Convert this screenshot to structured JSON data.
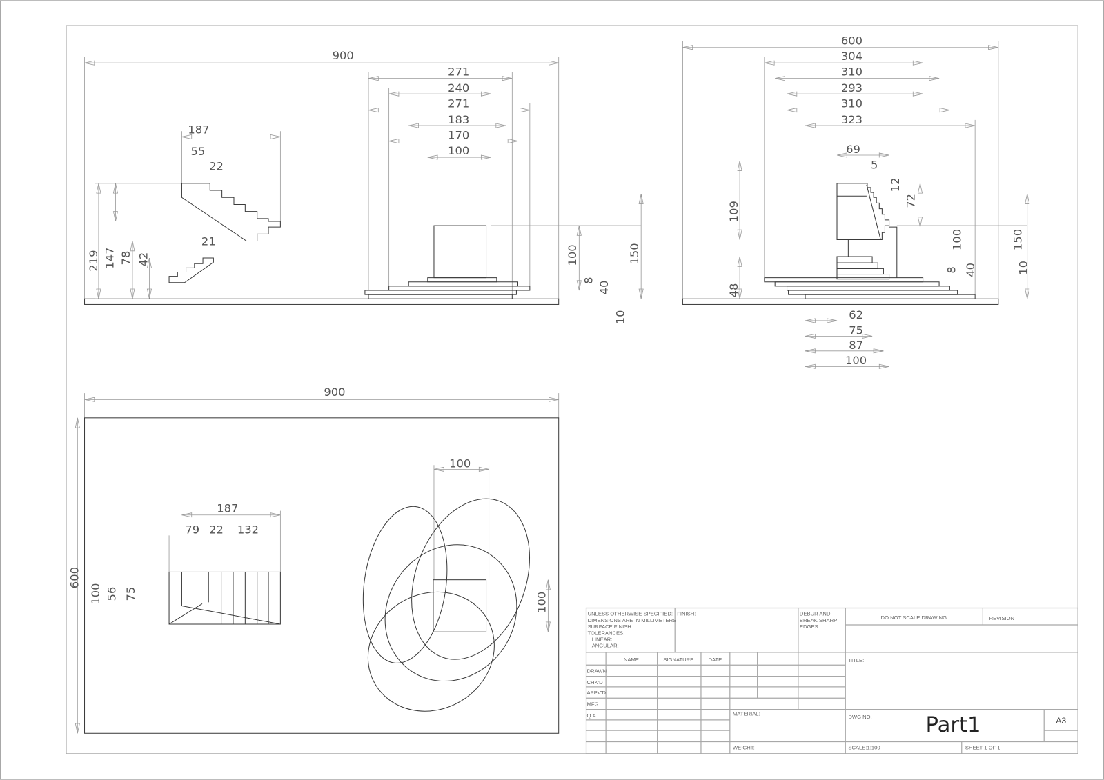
{
  "front_view": {
    "overall_width": "900",
    "top_dims": [
      "271",
      "240",
      "271",
      "183",
      "170",
      "100"
    ],
    "right_dims": [
      "100",
      "8",
      "40",
      "150",
      "10"
    ],
    "left_dims": [
      "219",
      "147",
      "78",
      "42"
    ],
    "stair_dims": [
      "187",
      "55",
      "22",
      "21"
    ]
  },
  "side_view": {
    "top_dims": [
      "600",
      "304",
      "310",
      "293",
      "310",
      "323"
    ],
    "detail_dims": [
      "69",
      "5",
      "12",
      "72"
    ],
    "left_dims": [
      "109",
      "48"
    ],
    "right_dims": [
      "100",
      "150",
      "8",
      "40",
      "10"
    ],
    "bottom_dims": [
      "62",
      "75",
      "87",
      "100"
    ]
  },
  "top_view": {
    "overall_width": "900",
    "overall_depth": "600",
    "stair_dims": [
      "187",
      "79",
      "22",
      "132"
    ],
    "left_dims": [
      "100",
      "56",
      "75"
    ],
    "center_dims": [
      "100",
      "100"
    ]
  },
  "title_block": {
    "notes": [
      "UNLESS OTHERWISE SPECIFIED:",
      "DIMENSIONS ARE IN MILLIMETERS",
      "SURFACE FINISH:",
      "TOLERANCES:",
      "  LINEAR:",
      "  ANGULAR:"
    ],
    "finish": "FINISH:",
    "deburr": [
      "DEBUR AND",
      "BREAK SHARP",
      "EDGES"
    ],
    "do_not_scale": "DO NOT SCALE DRAWING",
    "revision": "REVISION",
    "headers": [
      "NAME",
      "SIGNATURE",
      "DATE"
    ],
    "rows": [
      "DRAWN",
      "CHK'D",
      "APPV'D",
      "MFG",
      "Q.A"
    ],
    "title_label": "TITLE:",
    "material": "MATERIAL:",
    "weight": "WEIGHT:",
    "dwg_no_label": "DWG NO.",
    "dwg_no": "Part1",
    "size": "A3",
    "scale": "SCALE:1:100",
    "sheet": "SHEET 1 OF 1"
  }
}
